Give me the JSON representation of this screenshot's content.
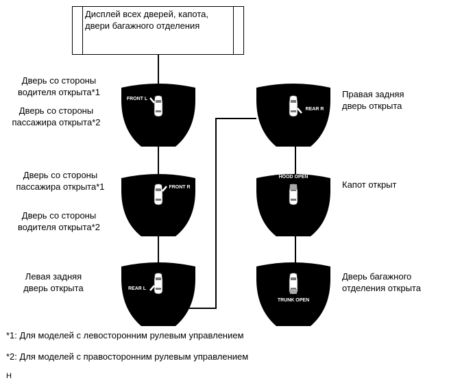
{
  "header_box": {
    "line1": "Дисплей всех дверей, капота,",
    "line2": "двери багажного отделения"
  },
  "left_column": [
    {
      "display_text": "FRONT L",
      "description": [
        "Дверь со стороны",
        "водителя открыта*1"
      ],
      "description2": [
        "Дверь со стороны",
        "пассажира открыта*2"
      ]
    },
    {
      "display_text": "FRONT R",
      "description": [
        "Дверь со стороны",
        "пассажира открыта*1"
      ],
      "description2": [
        "Дверь со стороны",
        "водителя открыта*2"
      ]
    },
    {
      "display_text": "REAR L",
      "description": [
        "Левая задняя",
        "дверь открыта"
      ]
    }
  ],
  "right_column": [
    {
      "display_text": "REAR R",
      "description": [
        "Правая задняя",
        "дверь открыта"
      ]
    },
    {
      "display_text": "HOOD OPEN",
      "description": [
        "Капот открыт"
      ]
    },
    {
      "display_text": "TRUNK OPEN",
      "description": [
        "Дверь багажного",
        "отделения открыта"
      ]
    }
  ],
  "footnotes": [
    "*1: Для моделей с левосторонним рулевым управлением",
    "*2: Для моделей с правосторонним рулевым управлением"
  ],
  "code": "H",
  "colors": {
    "display_bg": "#000000",
    "car_fill": "#ffffff",
    "line": "#000000"
  }
}
